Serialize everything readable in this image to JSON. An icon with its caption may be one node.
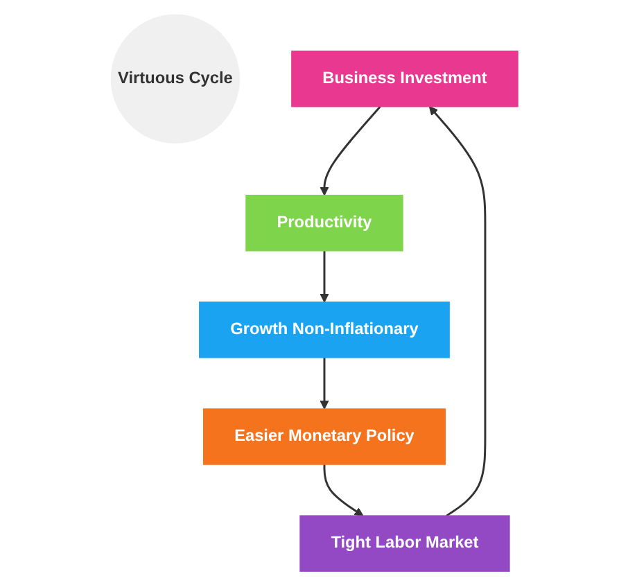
{
  "diagram": {
    "nodes": [
      {
        "text": [
          "Virtuous Cycle"
        ]
      },
      {
        "text": [
          "Business Investment"
        ]
      },
      {
        "text": [
          "Productivity"
        ]
      },
      {
        "text": [
          "Growth Non-Inflationary"
        ]
      },
      {
        "text": [
          "Easier Monetary Policy"
        ]
      },
      {
        "text": [
          "Tight Labor Market"
        ]
      }
    ],
    "edges": [
      {
        "from": 1,
        "to": 2,
        "arrow": "to"
      },
      {
        "from": 2,
        "to": 3,
        "arrow": "to"
      },
      {
        "from": 3,
        "to": 4,
        "arrow": "to"
      },
      {
        "from": 4,
        "to": 5,
        "arrow": "to"
      },
      {
        "from": 5,
        "to": 1,
        "arrow": "to"
      }
    ]
  }
}
